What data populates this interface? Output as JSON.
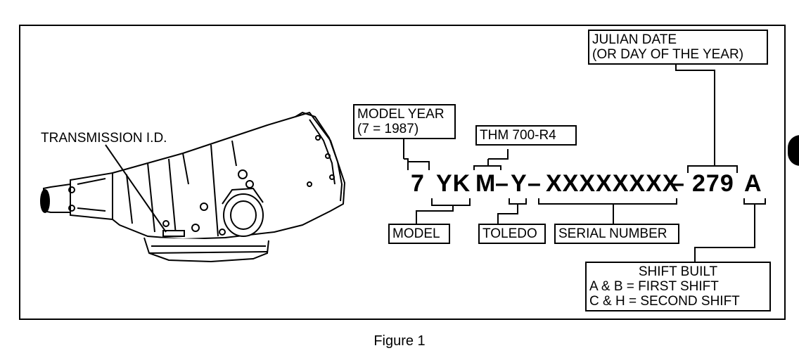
{
  "labels": {
    "transmission_id": "TRANSMISSION I.D."
  },
  "callouts": {
    "model_year": [
      "MODEL YEAR",
      "(7 = 1987)"
    ],
    "thm": [
      "THM 700-R4"
    ],
    "julian_date": [
      "JULIAN DATE",
      "(OR DAY OF THE YEAR)"
    ],
    "model": [
      "MODEL"
    ],
    "toledo": [
      "TOLEDO"
    ],
    "serial_number": [
      "SERIAL NUMBER"
    ],
    "shift_built": [
      "SHIFT BUILT",
      "A & B  =  FIRST SHIFT",
      "C & H  =  SECOND SHIFT"
    ]
  },
  "code": {
    "year": "7",
    "model": "YK",
    "thm": "M",
    "dash1": "–",
    "plant": "Y",
    "dash2": "–",
    "serial": "XXXXXXXX",
    "dash3": "–",
    "julian": "279",
    "shift": "A"
  },
  "caption": "Figure 1"
}
